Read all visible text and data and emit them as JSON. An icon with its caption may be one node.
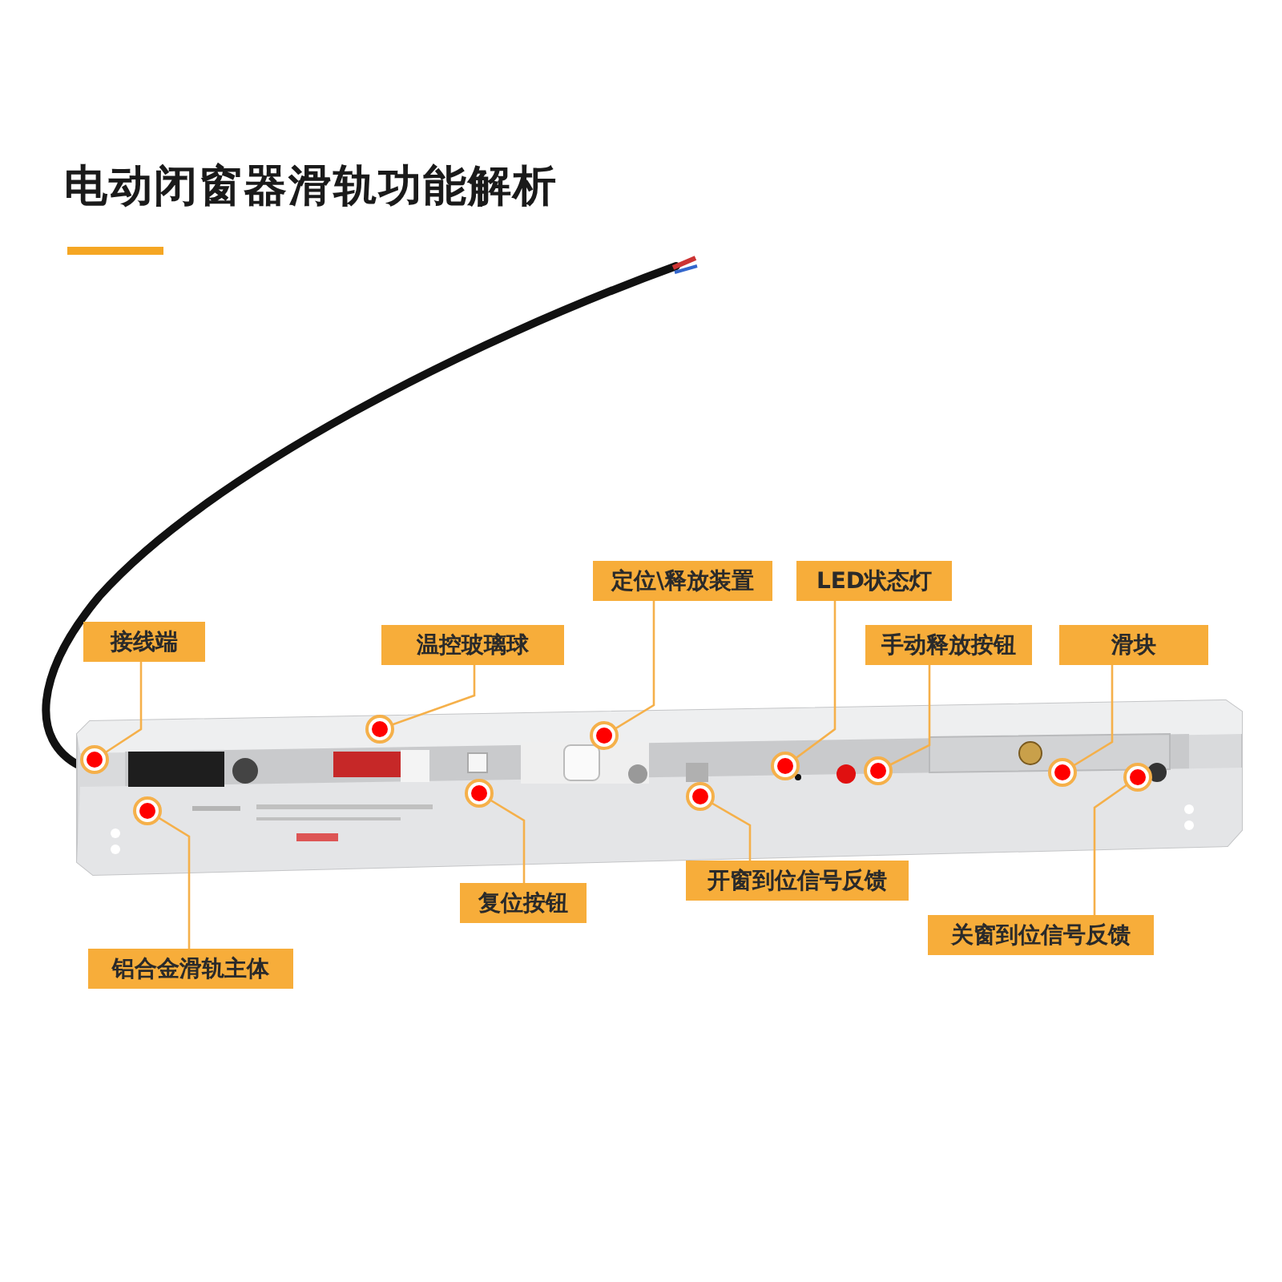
{
  "diagram": {
    "title": "电动闭窗器滑轨功能解析",
    "nodes": [
      {
        "text": [
          "接线端"
        ]
      },
      {
        "text": [
          "温控玻璃球"
        ]
      },
      {
        "text": [
          "定位\\释放装置"
        ]
      },
      {
        "text": [
          "LED状态灯"
        ]
      },
      {
        "text": [
          "手动释放按钮"
        ]
      },
      {
        "text": [
          "滑块"
        ]
      },
      {
        "text": [
          "复位按钮"
        ]
      },
      {
        "text": [
          "开窗到位信号反馈"
        ]
      },
      {
        "text": [
          "铝合金滑轨主体"
        ]
      },
      {
        "text": [
          "关窗到位信号反馈"
        ]
      }
    ],
    "edges": [
      {
        "from": 0,
        "to": null,
        "arrow": "other"
      },
      {
        "from": 1,
        "to": null,
        "arrow": "other"
      },
      {
        "from": 2,
        "to": null,
        "arrow": "other"
      },
      {
        "from": 3,
        "to": null,
        "arrow": "other"
      },
      {
        "from": 4,
        "to": null,
        "arrow": "other"
      },
      {
        "from": 5,
        "to": null,
        "arrow": "other"
      },
      {
        "from": 6,
        "to": null,
        "arrow": "other"
      },
      {
        "from": 7,
        "to": null,
        "arrow": "other"
      },
      {
        "from": 8,
        "to": null,
        "arrow": "other"
      },
      {
        "from": 9,
        "to": null,
        "arrow": "other"
      }
    ]
  }
}
